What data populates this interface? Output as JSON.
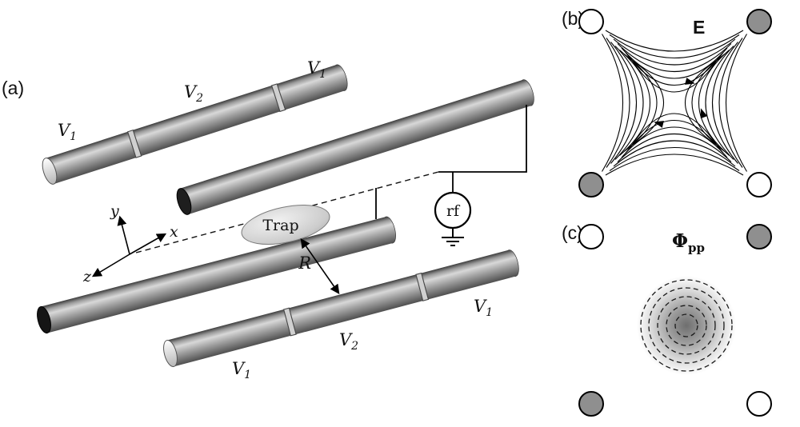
{
  "figure_title": "linear-paul-trap-schematic",
  "colors": {
    "background": "#ffffff",
    "electrode_gray": "#8f8f8f",
    "line_black": "#111111"
  },
  "panel_a": {
    "label": "(a)",
    "top_rod_labels": [
      {
        "base": "V",
        "sub": "1"
      },
      {
        "base": "V",
        "sub": "2"
      },
      {
        "base": "V",
        "sub": "1"
      }
    ],
    "bottom_rod_labels": [
      {
        "base": "V",
        "sub": "1"
      },
      {
        "base": "V",
        "sub": "2"
      },
      {
        "base": "V",
        "sub": "1"
      }
    ],
    "trap_label": "Trap",
    "distance_label": "R",
    "rf_source_label": "rf",
    "axis_labels": {
      "x": "x",
      "y": "y",
      "z": "z"
    }
  },
  "panel_b": {
    "label": "(b)",
    "field_label": "E"
  },
  "panel_c": {
    "label": "(c)",
    "potential_symbol": "Φ",
    "potential_subscript": "pp"
  }
}
